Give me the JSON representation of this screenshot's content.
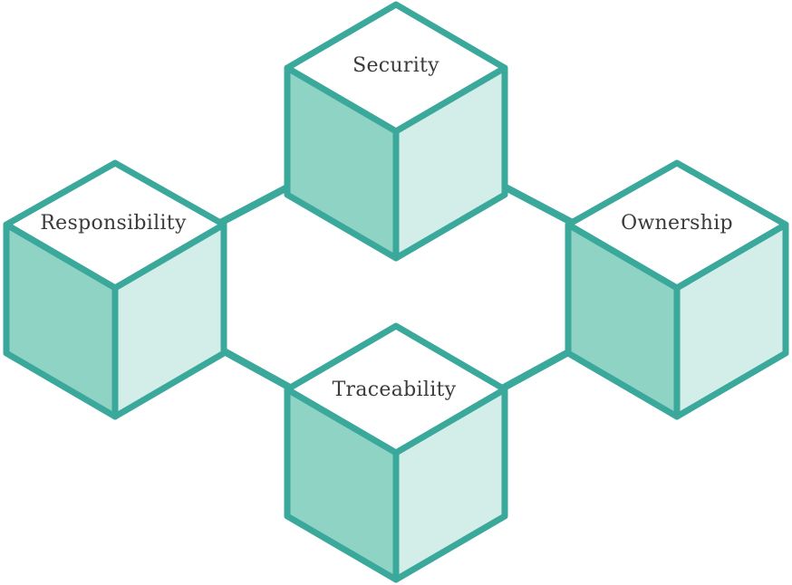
{
  "diagram": {
    "colors": {
      "stroke": "#3aa89b",
      "left_face": "#8fd3c5",
      "right_face": "#d3eee8",
      "top_face": "#ffffff",
      "text": "#3a3a3a"
    },
    "cubes": [
      {
        "id": "security",
        "label": "Security"
      },
      {
        "id": "responsibility",
        "label": "Responsibility"
      },
      {
        "id": "ownership",
        "label": "Ownership"
      },
      {
        "id": "traceability",
        "label": "Traceability"
      }
    ],
    "connections": [
      {
        "from": "responsibility",
        "to": "security"
      },
      {
        "from": "security",
        "to": "ownership"
      },
      {
        "from": "responsibility",
        "to": "traceability"
      },
      {
        "from": "traceability",
        "to": "ownership"
      }
    ]
  }
}
